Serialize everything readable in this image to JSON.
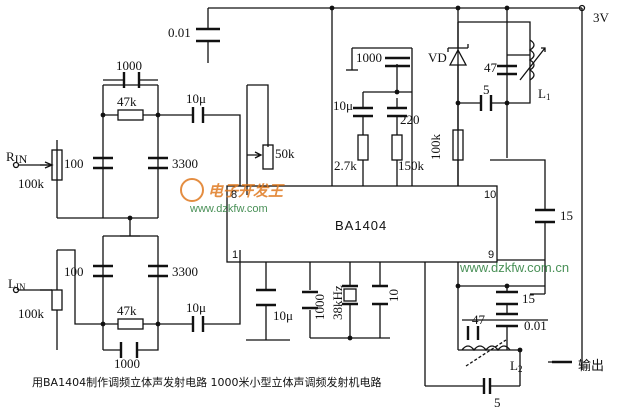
{
  "labels": {
    "c001": "0.01",
    "v3": "3V",
    "c1000a": "1000",
    "c1000b": "1000",
    "r47ka": "47k",
    "c10u_a": "10μ",
    "rin": "R",
    "rin_sub": "IN",
    "r100k_a": "100k",
    "c100a": "100",
    "c3300a": "3300",
    "pot50k": "50k",
    "vd": "VD",
    "c47a": "47",
    "c5a": "5",
    "l1": "L",
    "l1_sub": "1",
    "c10u_b": "10μ",
    "c220": "220",
    "r2k7": "2.7k",
    "r150k": "150k",
    "r100k_c": "100k",
    "pin8": "8",
    "pin10": "10",
    "chip": "BA1404",
    "pin1": "1",
    "pin9": "9",
    "c15a": "15",
    "lin": "L",
    "lin_sub": "IN",
    "r100k_b": "100k",
    "c100b": "100",
    "c3300b": "3300",
    "c10u_c": "10μ",
    "c1000c": "1000",
    "xtal": "38kHz",
    "c10": "10",
    "c15b": "15",
    "r47kb": "47k",
    "c10u_d": "10μ",
    "c1000d": "1000",
    "c47b": "47",
    "c001b": "0.01",
    "l2": "L",
    "l2_sub": "2",
    "out": "输出",
    "c5b": "5"
  },
  "caption": "用BA1404制作调频立体声发射电路 1000米小型立体声调频发射机电路",
  "watermark": {
    "title": "电子开发王",
    "url1": "www.dzkfw.com",
    "url2": "www.dzkfw.com.cn"
  },
  "colors": {
    "ink": "#111111",
    "watermark_green": "#2a7d3a",
    "watermark_orange": "#e07a20"
  }
}
